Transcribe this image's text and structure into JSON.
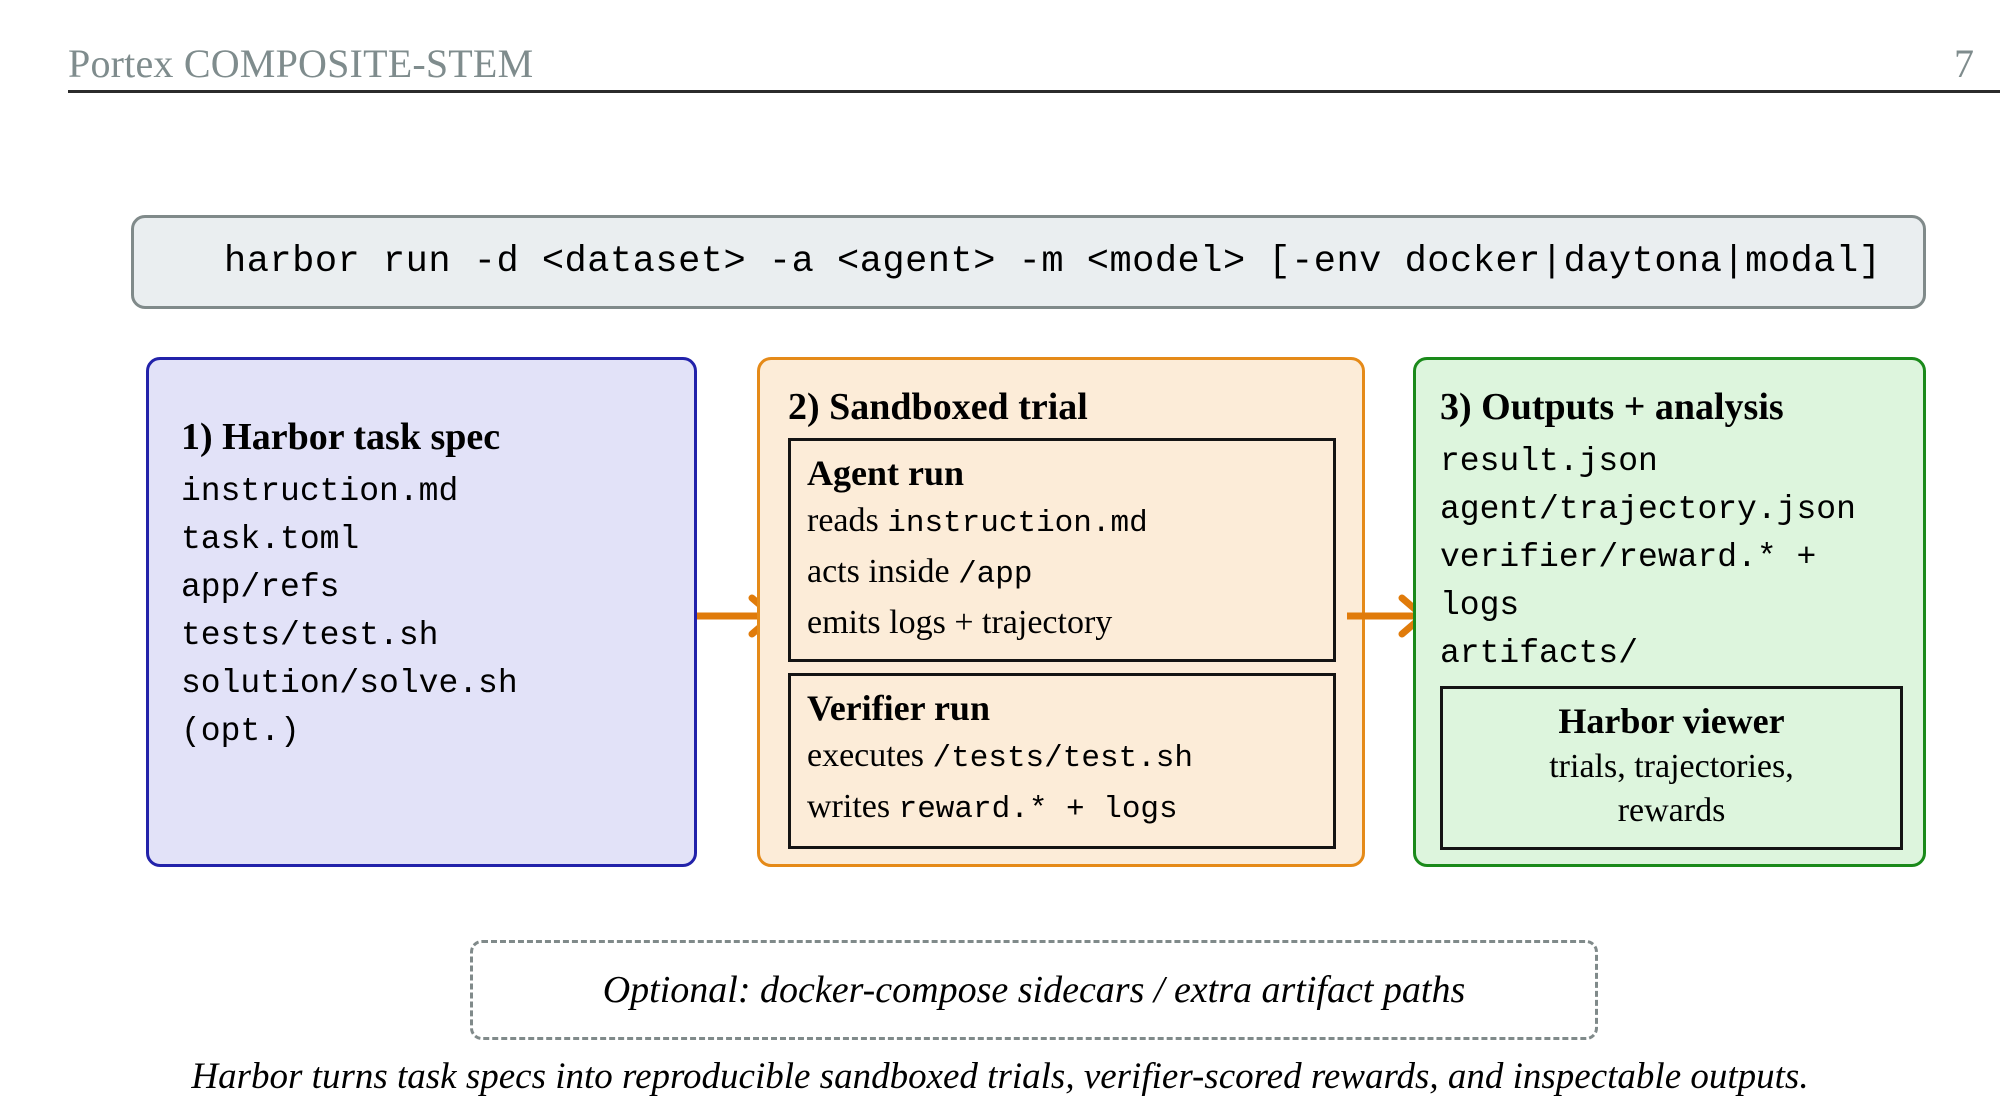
{
  "header": {
    "title": "Portex COMPOSITE-STEM",
    "page_number": "7"
  },
  "command": {
    "text": "harbor run -d <dataset> -a <agent> -m <model> [-env docker|daytona|modal]"
  },
  "stages": [
    {
      "id": "harbor-task-spec",
      "title": "1) Harbor task spec",
      "accent": "#2222aa",
      "fill": "#e2e2f8",
      "lines": [
        "instruction.md",
        "task.toml",
        "app/refs",
        "tests/test.sh",
        "solution/solve.sh",
        "(opt.)"
      ]
    },
    {
      "id": "sandboxed-trial",
      "title": "2) Sandboxed trial",
      "accent": "#e58a18",
      "fill": "#fcecd8",
      "panels": [
        {
          "id": "agent-run",
          "title": "Agent run",
          "lines": [
            {
              "prefix": "reads ",
              "code": "instruction.md",
              "suffix": ""
            },
            {
              "prefix": "acts inside ",
              "code": "/app",
              "suffix": ""
            },
            {
              "prefix": "emits logs + trajectory",
              "code": "",
              "suffix": ""
            }
          ]
        },
        {
          "id": "verifier-run",
          "title": "Verifier run",
          "lines": [
            {
              "prefix": "executes ",
              "code": "/tests/test.sh",
              "suffix": ""
            },
            {
              "prefix": "writes ",
              "code": "reward.* + logs",
              "suffix": ""
            }
          ]
        }
      ]
    },
    {
      "id": "outputs-analysis",
      "title": "3) Outputs + analysis",
      "accent": "#1a8a1a",
      "fill": "#ddf5dd",
      "lines": [
        "result.json",
        "agent/trajectory.json",
        "verifier/reward.* +",
        "logs",
        "artifacts/"
      ],
      "viewer": {
        "title": "Harbor viewer",
        "line_1": "trials, trajectories,",
        "line_2": "rewards"
      }
    }
  ],
  "arrows": {
    "color": "#e07b0a",
    "arrow_1_name": "arrow-spec-to-trial",
    "arrow_2_name": "arrow-trial-to-outputs"
  },
  "optional_note": {
    "text": "Optional: docker-compose sidecars / extra artifact paths"
  },
  "caption": {
    "text": "Harbor turns task specs into reproducible sandboxed trials, verifier-scored rewards, and inspectable outputs."
  }
}
